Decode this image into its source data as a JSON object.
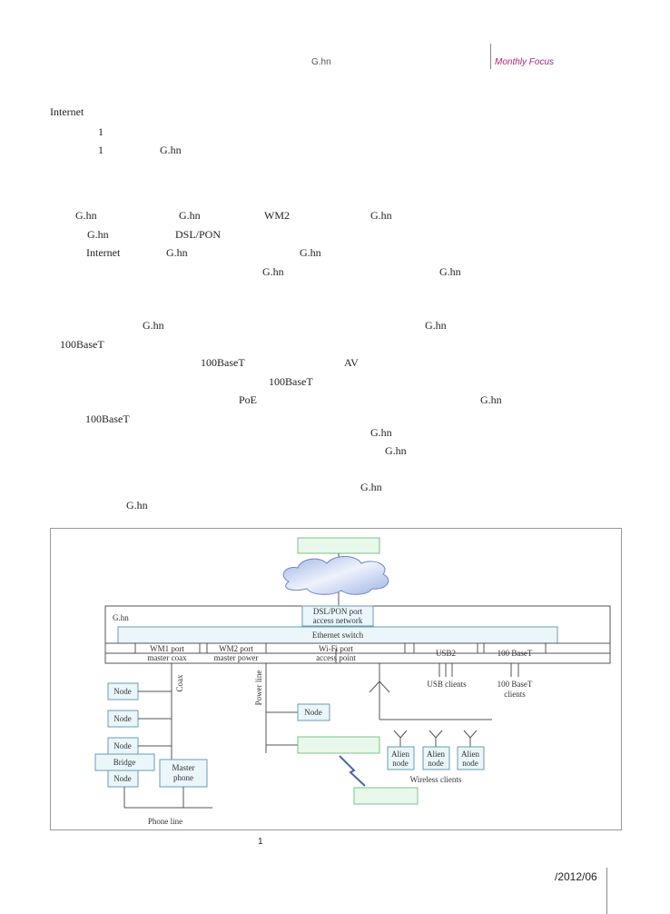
{
  "header": {
    "section_title": "G.hn",
    "section_label": "Monthly Focus"
  },
  "body": {
    "p1": {
      "line1": "Internet",
      "line2": "1",
      "line3a": "1",
      "line3b": "G.hn"
    },
    "p2": {
      "l1": [
        "G.hn",
        "G.hn",
        "WM2",
        "G.hn"
      ],
      "l2": [
        "G.hn",
        "DSL/PON"
      ],
      "l3": [
        "Internet",
        "G.hn",
        "G.hn"
      ],
      "l4": [
        "G.hn",
        "G.hn"
      ]
    },
    "p3": {
      "l1": [
        "G.hn",
        "G.hn"
      ],
      "l2": [
        "100BaseT"
      ],
      "l3": [
        "100BaseT",
        "AV"
      ],
      "l4": [
        "100BaseT"
      ],
      "l5": [
        "PoE",
        "G.hn"
      ],
      "l6": [
        "100BaseT"
      ],
      "l7": [
        "G.hn"
      ],
      "l8": [
        "G.hn"
      ]
    },
    "p4": {
      "l1": [
        "G.hn"
      ],
      "l2": [
        "G.hn"
      ]
    }
  },
  "figure": {
    "ghn_label": "G.hn",
    "dsl_port_line1": "DSL/PON port",
    "dsl_port_line2": "access network",
    "ethernet_switch": "Ethernet switch",
    "ports": [
      {
        "line1": "WM1 port",
        "line2": "master coax"
      },
      {
        "line1": "WM2 port",
        "line2": "master power"
      },
      {
        "line1": "Wi-Fi port",
        "line2": "access point"
      },
      {
        "line1": "USB2",
        "line2": ""
      },
      {
        "line1": "100 BaseT",
        "line2": ""
      }
    ],
    "coax_label": "Coax",
    "power_line_label": "Power line",
    "node_label": "Node",
    "bridge_label": "Bridge",
    "master_phone_line1": "Master",
    "master_phone_line2": "phone",
    "phone_line_label": "Phone line",
    "usb_clients_label": "USB clients",
    "baset_clients_line1": "100 BaseT",
    "baset_clients_line2": "clients",
    "alien_node_line1": "Alien",
    "alien_node_line2": "node",
    "wireless_clients_label": "Wireless clients",
    "colors": {
      "green_box": "#e8f8ea",
      "green_border": "#7cc08a",
      "blue_box": "#eaf6fa",
      "blue_border": "#6a9cb0",
      "line": "#555555",
      "cloud": "#b8c8ec"
    }
  },
  "caption": {
    "figure_number": "1"
  },
  "footer": {
    "issue": "/2012/06"
  }
}
